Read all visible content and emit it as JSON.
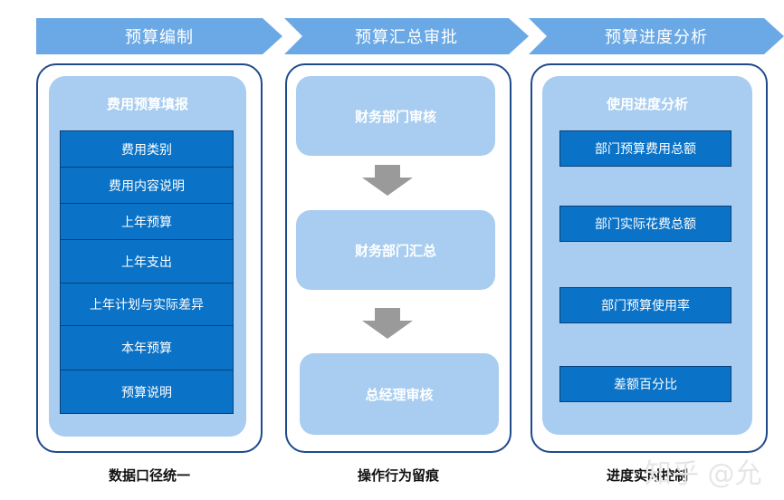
{
  "stages": [
    {
      "title": "预算编制",
      "caption": "数据口径统一"
    },
    {
      "title": "预算汇总审批",
      "caption": "操作行为留痕"
    },
    {
      "title": "预算进度分析",
      "caption": "进度实时控制"
    }
  ],
  "budget_entry": {
    "title": "费用预算填报",
    "fields": [
      "费用类别",
      "费用内容说明",
      "上年预算",
      "上年支出",
      "上年计划与实际差异",
      "本年预算",
      "预算说明"
    ]
  },
  "approval_steps": [
    "财务部门审核",
    "财务部门汇总",
    "总经理审核"
  ],
  "progress_analysis": {
    "title": "使用进度分析",
    "metrics": [
      "部门预算费用总额",
      "部门实际花费总额",
      "部门预算使用率",
      "差额百分比"
    ]
  },
  "watermark": "知乎 @允",
  "colors": {
    "chevron": "#6aa9e6",
    "panel_border": "#1f4a8c",
    "panel_fill": "#a8cdf0",
    "field_fill": "#0b73c7",
    "arrow": "#9a9a9a"
  }
}
